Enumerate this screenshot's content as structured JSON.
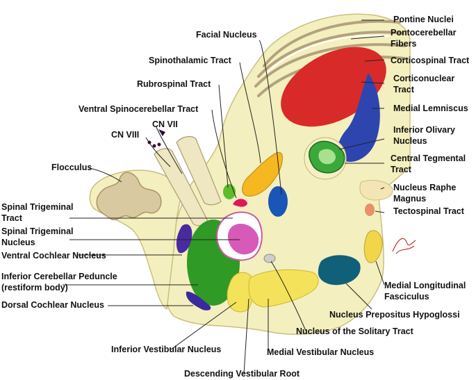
{
  "labels": {
    "pontine_nuclei": "Pontine Nuclei",
    "pontocerebellar_fibers_1": "Pontocerebellar",
    "pontocerebellar_fibers_2": "Fibers",
    "facial_nucleus": "Facial Nucleus",
    "corticospinal_tract": "Corticospinal Tract",
    "spinothalamic_tract": "Spinothalamic Tract",
    "corticonuclear_tract_1": "Corticonuclear",
    "corticonuclear_tract_2": "Tract",
    "rubrospinal_tract": "Rubrospinal Tract",
    "medial_lemniscus": "Medial Lemniscus",
    "ventral_spinocerebellar_tract": "Ventral Spinocerebellar Tract",
    "cn_vii": "CN VII",
    "cn_viii": "CN VIII",
    "inferior_olivary_nucleus_1": "Inferior Olivary",
    "inferior_olivary_nucleus_2": "Nucleus",
    "central_tegmental_tract_1": "Central Tegmental",
    "central_tegmental_tract_2": "Tract",
    "flocculus": "Flocculus",
    "nucleus_raphe_magnus_1": "Nucleus Raphe",
    "nucleus_raphe_magnus_2": "Magnus",
    "spinal_trigeminal_tract_1": "Spinal Trigeminal",
    "spinal_trigeminal_tract_2": "Tract",
    "tectospinal_tract": "Tectospinal Tract",
    "spinal_trigeminal_nucleus_1": "Spinal Trigeminal",
    "spinal_trigeminal_nucleus_2": "Nucleus",
    "ventral_cochlear_nucleus": "Ventral Cochlear Nucleus",
    "inferior_cerebellar_peduncle_1": "Inferior Cerebellar Peduncle",
    "inferior_cerebellar_peduncle_2": "(restiform body)",
    "medial_longitudinal_fasciculus_1": "Medial Longitudinal",
    "medial_longitudinal_fasciculus_2": "Fasciculus",
    "dorsal_cochlear_nucleus": "Dorsal Cochlear Nucleus",
    "nucleus_prepositus_hypoglossi": "Nucleus Prepositus Hypoglossi",
    "nucleus_solitary_tract": "Nucleus of the Solitary Tract",
    "inferior_vestibular_nucleus": "Inferior Vestibular Nucleus",
    "medial_vestibular_nucleus": "Medial Vestibular Nucleus",
    "descending_vestibular_root": "Descending Vestibular Root"
  },
  "colors": {
    "tissue": "#f4efbe",
    "tissue_outline": "#c9bf7e",
    "fibers": "#c8b89a",
    "corticospinal": "#d92a2a",
    "medial_lemniscus": "#2e45b0",
    "olive": "#3aa83a",
    "spinothalamic": "#f5b820",
    "facial": "#1a55b8",
    "rubrospinal": "#5bbd2c",
    "ventral_spinocerebellar": "#e0155a",
    "icp": "#2f9a25",
    "spinal_trig": "#d85ab8",
    "ventral_cochlear": "#4a2aa0",
    "dorsal_cochlear": "#3a2aa0",
    "vestibular": "#f4e25a",
    "mlf": "#f1d64a",
    "prepositus": "#11607a",
    "tectospinal": "#e8906a",
    "raphe": "#f3e6b4",
    "leader": "#222222"
  }
}
